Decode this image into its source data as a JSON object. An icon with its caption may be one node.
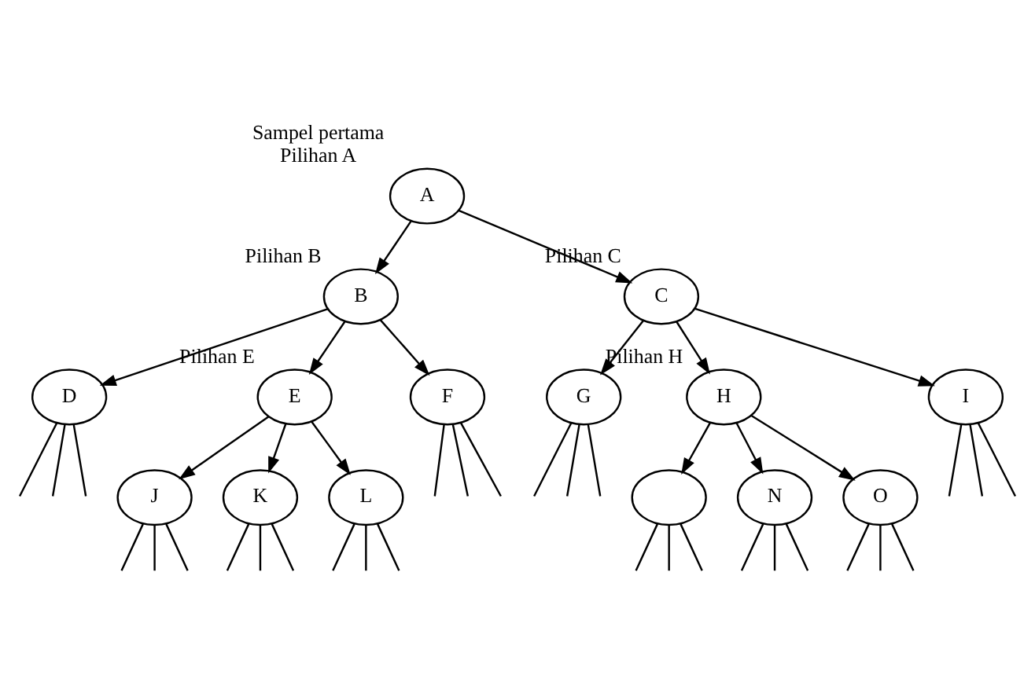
{
  "diagram": {
    "nodes": [
      {
        "text": [
          "A"
        ],
        "beside": [
          "Sampel pertama",
          "Pilihan A"
        ]
      },
      {
        "text": [
          "B"
        ],
        "beside": [
          "Pilihan B"
        ]
      },
      {
        "text": [
          "C"
        ],
        "beside": [
          "Pilihan C"
        ]
      },
      {
        "text": [
          "D"
        ]
      },
      {
        "text": [
          "E"
        ],
        "beside": [
          "Pilihan E"
        ]
      },
      {
        "text": [
          "F"
        ]
      },
      {
        "text": [
          "G"
        ]
      },
      {
        "text": [
          "H"
        ],
        "beside": [
          "Pilihan H"
        ]
      },
      {
        "text": [
          "I"
        ]
      },
      {
        "text": [
          "J"
        ]
      },
      {
        "text": [
          "K"
        ]
      },
      {
        "text": [
          "L"
        ]
      },
      {
        "text": [],
        "shape": "circle"
      },
      {
        "text": [
          "N"
        ]
      },
      {
        "text": [
          "O"
        ]
      }
    ],
    "edges": [
      {
        "from": 0,
        "to": 1,
        "arrow": "to"
      },
      {
        "from": 0,
        "to": 2,
        "arrow": "to"
      },
      {
        "from": 1,
        "to": 3,
        "arrow": "to"
      },
      {
        "from": 1,
        "to": 4,
        "arrow": "to"
      },
      {
        "from": 1,
        "to": 5,
        "arrow": "to"
      },
      {
        "from": 2,
        "to": 6,
        "arrow": "to"
      },
      {
        "from": 2,
        "to": 7,
        "arrow": "to"
      },
      {
        "from": 2,
        "to": 8,
        "arrow": "to"
      },
      {
        "from": 4,
        "to": 9,
        "arrow": "to"
      },
      {
        "from": 4,
        "to": 10,
        "arrow": "to"
      },
      {
        "from": 4,
        "to": 11,
        "arrow": "to"
      },
      {
        "from": 7,
        "to": 12,
        "arrow": "to"
      },
      {
        "from": 7,
        "to": 13,
        "arrow": "to"
      },
      {
        "from": 7,
        "to": 14,
        "arrow": "to"
      },
      {
        "from": 3,
        "to": null,
        "arrow": "none"
      },
      {
        "from": 3,
        "to": null,
        "arrow": "none"
      },
      {
        "from": 3,
        "to": null,
        "arrow": "none"
      },
      {
        "from": 5,
        "to": null,
        "arrow": "none"
      },
      {
        "from": 5,
        "to": null,
        "arrow": "none"
      },
      {
        "from": 5,
        "to": null,
        "arrow": "none"
      },
      {
        "from": 6,
        "to": null,
        "arrow": "none"
      },
      {
        "from": 6,
        "to": null,
        "arrow": "none"
      },
      {
        "from": 6,
        "to": null,
        "arrow": "none"
      },
      {
        "from": 8,
        "to": null,
        "arrow": "none"
      },
      {
        "from": 8,
        "to": null,
        "arrow": "none"
      },
      {
        "from": 8,
        "to": null,
        "arrow": "none"
      },
      {
        "from": 9,
        "to": null,
        "arrow": "none"
      },
      {
        "from": 9,
        "to": null,
        "arrow": "none"
      },
      {
        "from": 9,
        "to": null,
        "arrow": "none"
      },
      {
        "from": 10,
        "to": null,
        "arrow": "none"
      },
      {
        "from": 10,
        "to": null,
        "arrow": "none"
      },
      {
        "from": 10,
        "to": null,
        "arrow": "none"
      },
      {
        "from": 11,
        "to": null,
        "arrow": "none"
      },
      {
        "from": 11,
        "to": null,
        "arrow": "none"
      },
      {
        "from": 11,
        "to": null,
        "arrow": "none"
      },
      {
        "from": 12,
        "to": null,
        "arrow": "none"
      },
      {
        "from": 12,
        "to": null,
        "arrow": "none"
      },
      {
        "from": 12,
        "to": null,
        "arrow": "none"
      },
      {
        "from": 13,
        "to": null,
        "arrow": "none"
      },
      {
        "from": 13,
        "to": null,
        "arrow": "none"
      },
      {
        "from": 13,
        "to": null,
        "arrow": "none"
      },
      {
        "from": 14,
        "to": null,
        "arrow": "none"
      },
      {
        "from": 14,
        "to": null,
        "arrow": "none"
      },
      {
        "from": 14,
        "to": null,
        "arrow": "none"
      }
    ]
  }
}
